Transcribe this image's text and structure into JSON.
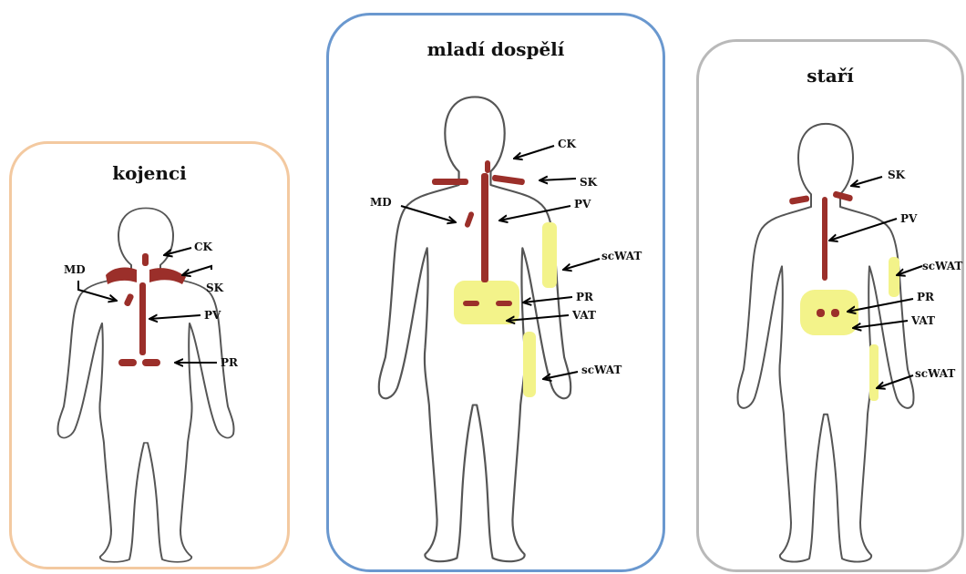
{
  "panels": [
    {
      "title": "kojenci",
      "border_color": "#f3c9a0",
      "labels": [
        "CK",
        "MD",
        "SK",
        "PV",
        "PR"
      ]
    },
    {
      "title": "mladí dospělí",
      "border_color": "#6a98cf",
      "labels": [
        "CK",
        "SK",
        "MD",
        "PV",
        "scWAT",
        "PR",
        "VAT",
        "scWAT"
      ]
    },
    {
      "title": "staří",
      "border_color": "#b9b9b9",
      "labels": [
        "SK",
        "PV",
        "scWAT",
        "PR",
        "VAT",
        "scWAT"
      ]
    }
  ],
  "colors": {
    "brown_fat": "#9b2f2a",
    "white_fat": "#f3f38a",
    "outline": "#555555"
  }
}
